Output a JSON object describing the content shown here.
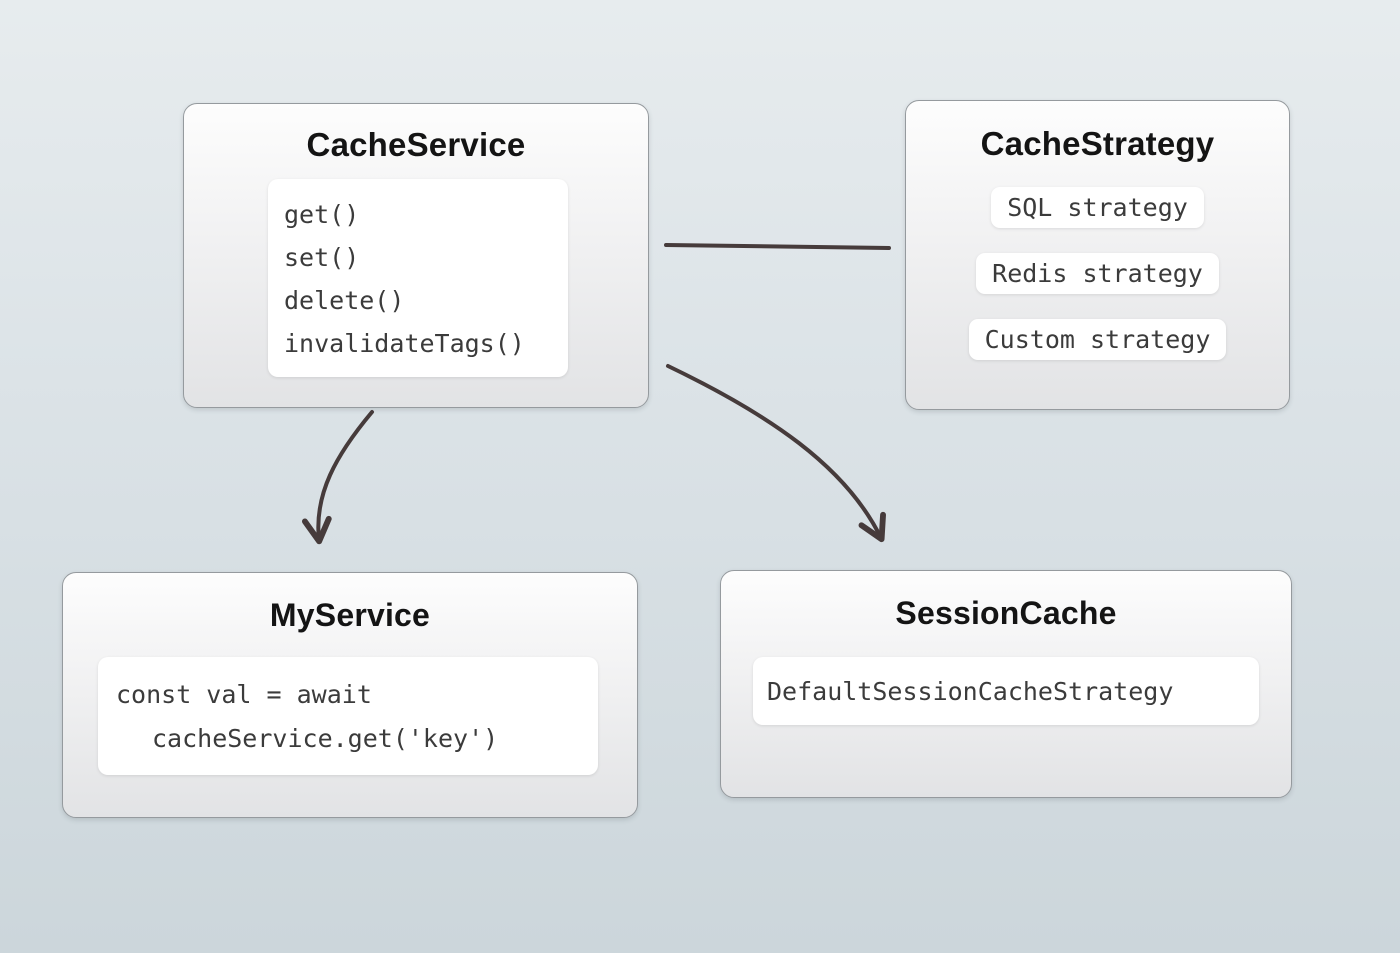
{
  "nodes": {
    "cache_service": {
      "title": "CacheService",
      "methods": [
        "get()",
        "set()",
        "delete()",
        "invalidateTags()"
      ]
    },
    "cache_strategy": {
      "title": "CacheStrategy",
      "strategies": [
        "SQL strategy",
        "Redis strategy",
        "Custom strategy"
      ]
    },
    "my_service": {
      "title": "MyService",
      "code_line1": "const val = await",
      "code_line2": "cacheService.get('key')"
    },
    "session_cache": {
      "title": "SessionCache",
      "value": "DefaultSessionCacheStrategy"
    }
  },
  "colors": {
    "arrow": "#463b3b",
    "background_top": "#e7ecee",
    "background_bottom": "#ccd6db"
  }
}
